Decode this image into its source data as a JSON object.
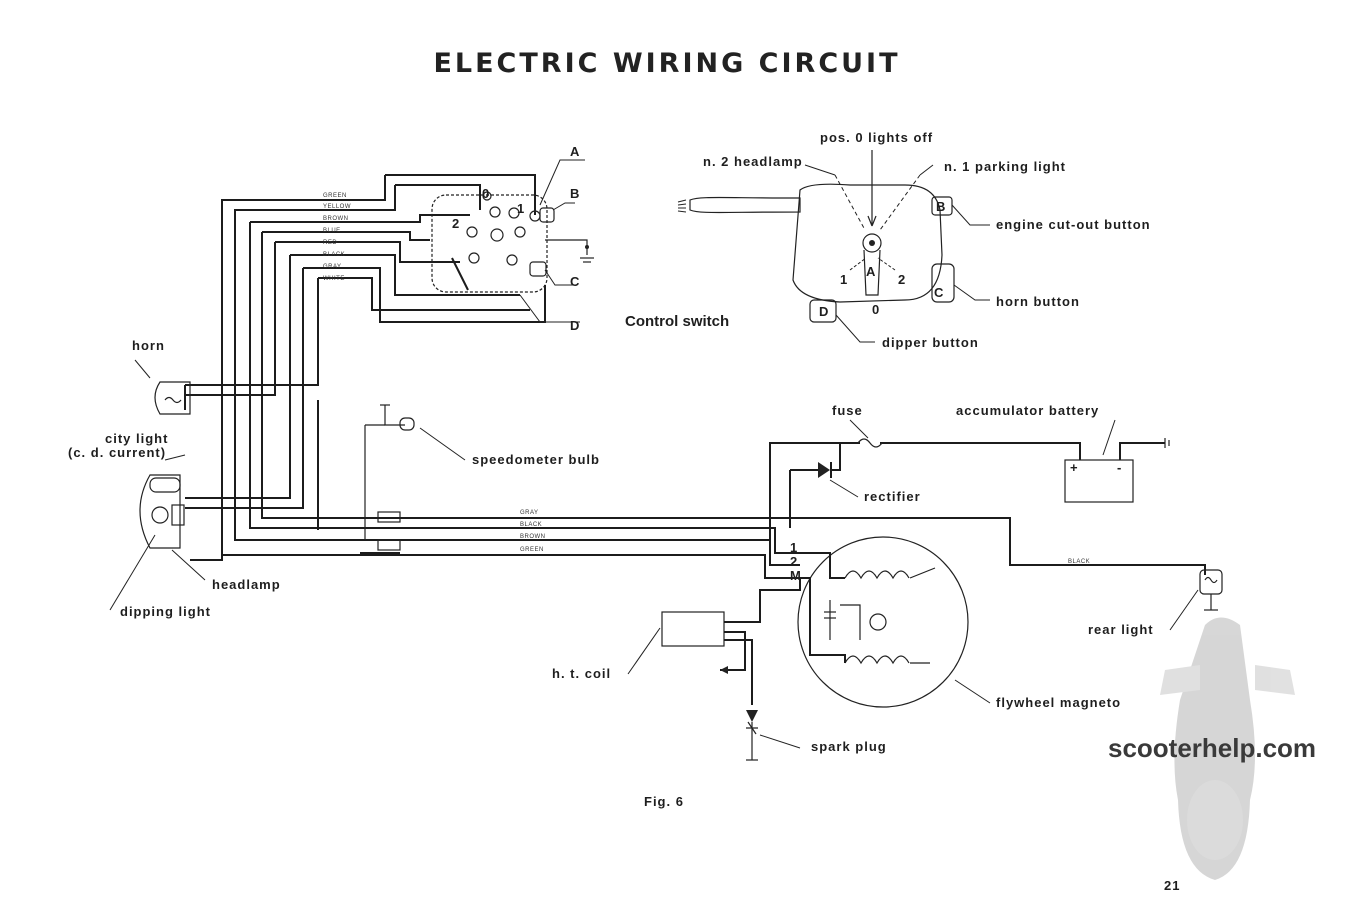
{
  "title": "ELECTRIC WIRING CIRCUIT",
  "figure_caption": "Fig. 6",
  "page_number": "21",
  "watermark": "scooterhelp.com",
  "control_switch": {
    "label": "Control switch",
    "letters": [
      "A",
      "B",
      "C",
      "D"
    ],
    "positions": [
      "0",
      "1",
      "2"
    ],
    "wire_colors": [
      "GREEN",
      "YELLOW",
      "BROWN",
      "BLUE",
      "RED",
      "BLACK",
      "GRAY",
      "WHITE"
    ]
  },
  "switch_detail": {
    "pos0": "pos. 0 lights off",
    "headlamp": "n. 2 headlamp",
    "parking": "n. 1 parking light",
    "engine_cutout": "engine cut-out button",
    "horn_button": "horn button",
    "dipper": "dipper button",
    "letters": [
      "A",
      "B",
      "C",
      "D"
    ],
    "positions": [
      "1",
      "2",
      "0"
    ]
  },
  "components": {
    "horn": "horn",
    "city_light_1": "city light",
    "city_light_2": "(c. d. current)",
    "headlamp": "headlamp",
    "dipping_light": "dipping light",
    "speedometer_bulb": "speedometer bulb",
    "fuse": "fuse",
    "battery": "accumulator battery",
    "rectifier": "rectifier",
    "rear_light": "rear light",
    "ht_coil": "h. t. coil",
    "flywheel_magneto": "flywheel magneto",
    "spark_plug": "spark plug"
  },
  "harness_labels": [
    "GRAY",
    "BLACK",
    "BROWN",
    "GREEN"
  ],
  "rear_wire_label": "BLACK",
  "terminals": [
    "1",
    "2",
    "M"
  ],
  "battery_terminals": [
    "+",
    "-"
  ],
  "colors": {
    "ink": "#1c1c1c",
    "paper": "#ffffff"
  }
}
